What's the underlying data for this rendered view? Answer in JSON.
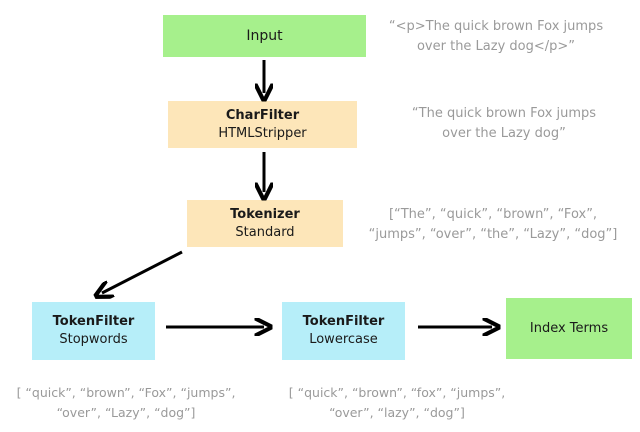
{
  "nodes": {
    "input": {
      "label": "Input",
      "color": "#a6f08c"
    },
    "charfilter": {
      "title": "CharFilter",
      "subtitle": "HTMLStripper",
      "color": "#fde6b9"
    },
    "tokenizer": {
      "title": "Tokenizer",
      "subtitle": "Standard",
      "color": "#fde6b9"
    },
    "tokenfilter_stopwords": {
      "title": "TokenFilter",
      "subtitle": "Stopwords",
      "color": "#b6eef9"
    },
    "tokenfilter_lowercase": {
      "title": "TokenFilter",
      "subtitle": "Lowercase",
      "color": "#b6eef9"
    },
    "index_terms": {
      "label": "Index Terms",
      "color": "#a6f08c"
    }
  },
  "annotations": {
    "input_line1": "“<p>The quick brown Fox jumps",
    "input_line2": "over the Lazy dog</p>”",
    "charfilter_line1": "“The quick brown Fox jumps",
    "charfilter_line2": "over the Lazy dog”",
    "tokenizer_line1": "[“The”, “quick”, “brown”, “Fox”,",
    "tokenizer_line2": "“jumps”, “over”, “the”, “Lazy”, “dog”]",
    "stopwords_line1": "[ “quick”, “brown”, “Fox”, “jumps”,",
    "stopwords_line2": "“over”, “Lazy”, “dog”]",
    "lowercase_line1": "[ “quick”, “brown”, “fox”, “jumps”,",
    "lowercase_line2": "“over”, “lazy”, “dog”]"
  }
}
